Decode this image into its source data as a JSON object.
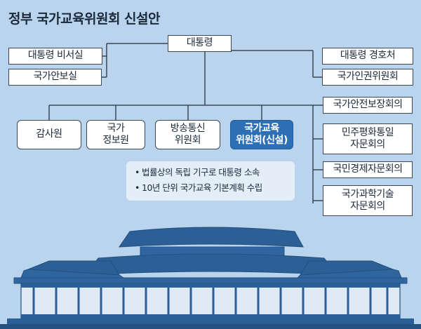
{
  "title": "정부 국가교육위원회 신설안",
  "nodes": {
    "president": "대통령",
    "secretariat": "대통령 비서실",
    "national_security_office": "국가안보실",
    "security_service": "대통령 경호처",
    "human_rights_commission": "국가인권위원회",
    "audit_board": "감사원",
    "intelligence_service": "국가\n정보원",
    "broadcasting_commission": "방송통신\n위원회",
    "education_commission": "국가교육\n위원회(신설)",
    "safety_council": "국가안전보장회의",
    "unification_council": "민주평화통일\n자문회의",
    "economic_council": "국민경제자문회의",
    "science_council": "국가과학기술\n자문회의"
  },
  "note": {
    "bullet": "•",
    "items": [
      "법률상의 독립 기구로 대통령 소속",
      "10년 단위 국가교육 기본계획 수립"
    ]
  },
  "colors": {
    "background": "#b9d4ec",
    "highlight": "#2d6fb5",
    "building": "#2b5f96"
  }
}
